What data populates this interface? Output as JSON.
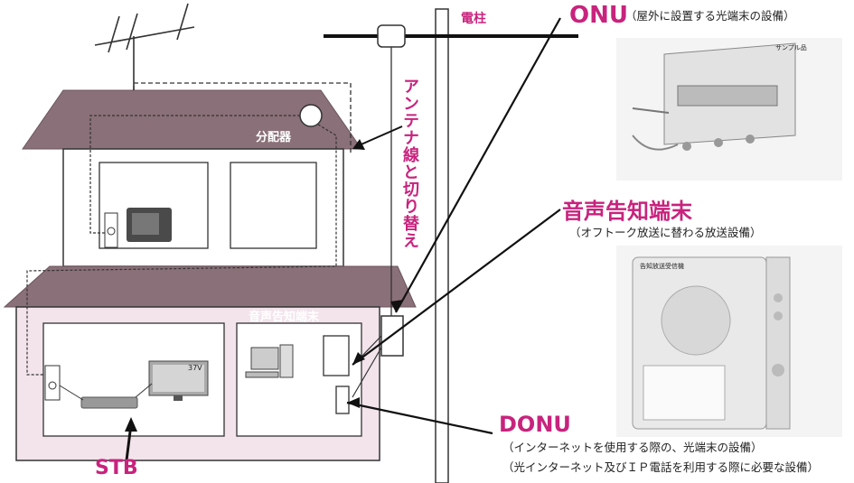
{
  "labels": {
    "pole": "電柱",
    "onu_title": "ONU",
    "onu_desc": "（屋外に設置する光端末の設備）",
    "splitter": "分配器",
    "antenna_switch": "アンテナ線と切り替え",
    "voice_title": "音声告知端末",
    "voice_desc": "（オフトーク放送に替わる放送設備）",
    "voice_room": "音声告知端末",
    "onu_small": "ONU",
    "donu_small": "DONU",
    "stb_small": "STB",
    "tv_size": "37V",
    "donu_title": "DONU",
    "donu_desc1": "（インターネットを使用する際の、光端末の設備）",
    "donu_desc2": "（光インターネット及びＩＰ電話を利用する際に必要な設備）",
    "stb_title": "STB",
    "sample_tag": "サンプル品",
    "device_panel_label": "告知放送受信機"
  },
  "colors": {
    "accent": "#c8237d",
    "roof": "#8a7078",
    "wall_fill": "#f3e4ec"
  }
}
